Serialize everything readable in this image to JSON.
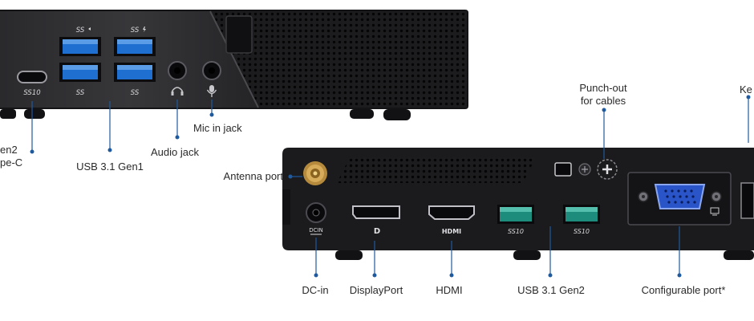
{
  "colors": {
    "leader": "#1f5a9e",
    "chassis": "#1a1a1c",
    "usb3_blue": "#1f6fd1",
    "usb31_teal": "#1e8c7c",
    "vga_blue": "#2a55c9"
  },
  "front": {
    "port_marks": {
      "ss_plain": "SS",
      "ss_charge": "SS",
      "ss10": "SS10"
    },
    "labels": {
      "gen2_typec_line1": "en2",
      "gen2_typec_line2": "pe-C",
      "usb31_gen1": "USB 3.1 Gen1",
      "audio_jack": "Audio jack",
      "mic_in_jack": "Mic in jack"
    }
  },
  "rear": {
    "port_marks": {
      "dcin": "DCIN",
      "dp": "D",
      "hdmi": "HDMI",
      "ss10": "SS10"
    },
    "labels": {
      "punch_out_line1": "Punch-out",
      "punch_out_line2": "for cables",
      "ke_cut": "Ke",
      "antenna_port": "Antenna port",
      "dc_in": "DC-in",
      "displayport": "DisplayPort",
      "hdmi": "HDMI",
      "usb31_gen2": "USB 3.1 Gen2",
      "configurable_port": "Configurable port*"
    }
  }
}
